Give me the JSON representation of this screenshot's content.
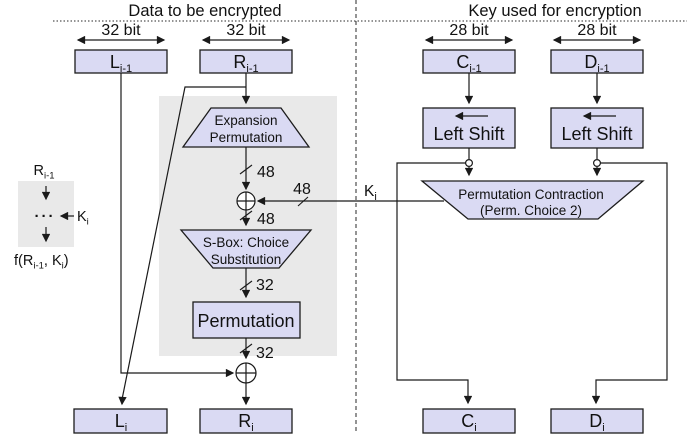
{
  "colors": {
    "box_fill": "#dadaf3",
    "box_border": "#1c1c1c",
    "bg_gray": "#e9e9e9",
    "line": "#1a1a1a",
    "text": "#111111"
  },
  "sections": {
    "left_title": "Data to be encrypted",
    "right_title": "Key used for encryption"
  },
  "bit_widths": {
    "data": "32 bit",
    "key": "28 bit"
  },
  "registers": {
    "l_prev": {
      "main": "L",
      "sub": "i-1"
    },
    "r_prev": {
      "main": "R",
      "sub": "i-1"
    },
    "c_prev": {
      "main": "C",
      "sub": "i-1"
    },
    "d_prev": {
      "main": "D",
      "sub": "i-1"
    },
    "l_next": {
      "main": "L",
      "sub": "i"
    },
    "r_next": {
      "main": "R",
      "sub": "i"
    },
    "c_next": {
      "main": "C",
      "sub": "i"
    },
    "d_next": {
      "main": "D",
      "sub": "i"
    }
  },
  "function_blocks": {
    "expansion_line1": "Expansion",
    "expansion_line2": "Permutation",
    "sbox_line1": "S-Box: Choice",
    "sbox_line2": "Substitution",
    "permutation": "Permutation",
    "left_shift": "Left Shift",
    "perm_choice_line1": "Permutation Contraction",
    "perm_choice_line2": "(Perm. Choice 2)"
  },
  "wire_labels": {
    "w48_expansion_out": "48",
    "w48_key": "48",
    "w48_sbox_in": "48",
    "w32_sbox_out": "32",
    "w32_perm_out": "32",
    "key": {
      "main": "K",
      "sub": "i"
    }
  },
  "legend": {
    "input": {
      "main": "R",
      "sub": "i-1"
    },
    "dots": "···",
    "key": {
      "main": "K",
      "sub": "i"
    },
    "f": {
      "p1": "f(R",
      "s1": "i-1",
      "p2": ", K",
      "s2": "i",
      "p3": ")"
    }
  }
}
